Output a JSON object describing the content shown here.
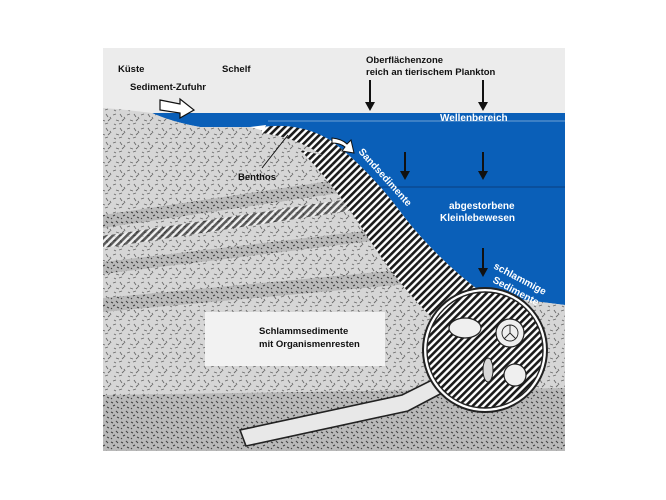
{
  "labels": {
    "kueste": "Küste",
    "schelf": "Schelf",
    "sediment_zufuhr": "Sediment-Zufuhr",
    "oberflaeche_1": "Oberflächenzone",
    "oberflaeche_2": "reich an tierischem Plankton",
    "wellenbereich": "Wellenbereich",
    "benthos": "Benthos",
    "sandsedimente": "Sandsedimente",
    "abgestorbene_1": "abgestorbene",
    "abgestorbene_2": "Kleinlebewesen",
    "schlammige_1": "schlammige",
    "schlammige_2": "Sedimente",
    "schlamm_1": "Schlammsedimente",
    "schlamm_2": "mit Organismenresten"
  },
  "colors": {
    "water": "#0a5fb8",
    "background": "#ececec",
    "ground": "#d4d4d4",
    "text_dark": "#111111",
    "text_light": "#ffffff"
  },
  "icons": [
    "arrow-down-icon",
    "arrow-right-icon",
    "magnifier-icon"
  ]
}
